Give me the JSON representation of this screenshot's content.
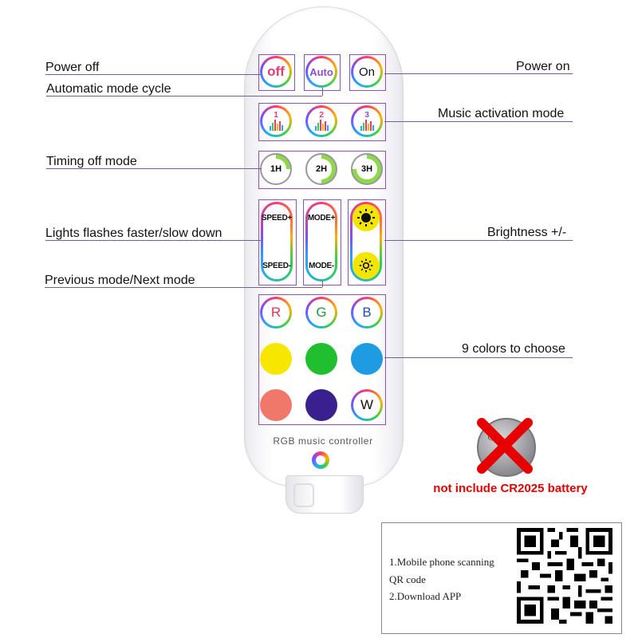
{
  "callouts": {
    "power_off": "Power off",
    "auto_cycle": "Automatic mode cycle",
    "power_on": "Power on",
    "music_mode": "Music activation mode",
    "timing_off": "Timing off mode",
    "speed": "Lights flashes faster/slow down",
    "brightness": "Brightness +/-",
    "prev_next": "Previous mode/Next mode",
    "colors": "9 colors to choose"
  },
  "buttons": {
    "off": "off",
    "auto": "Auto",
    "on": "On",
    "music": [
      "1",
      "2",
      "3"
    ],
    "timer": [
      "1H",
      "2H",
      "3H"
    ],
    "speed_up": "SPEED+",
    "speed_down": "SPEED-",
    "mode_up": "MODE+",
    "mode_down": "MODE-",
    "r": "R",
    "g": "G",
    "b": "B",
    "w": "W"
  },
  "colors": {
    "row2": [
      "#f7e600",
      "#1fbf2f",
      "#1e9be3"
    ],
    "row3": [
      "#f0786a",
      "#3a1f8f",
      "#ffffff"
    ],
    "yellow_btn": "#f2e600",
    "off_text": "#e83a6b",
    "auto_text": "#8a4fd0",
    "r_text": "#e8314c",
    "g_text": "#1a9a36",
    "b_text": "#1f4fb5",
    "callout_line": "#7a5a9a",
    "warning": "#e60000"
  },
  "brand": "RGB music controller",
  "battery": {
    "coin_text": "CR2025",
    "note": "not include CR2025 battery"
  },
  "qr_panel": {
    "step1": "1.Mobile phone scanning",
    "step1b": "QR code",
    "step2": "2.Download APP"
  }
}
